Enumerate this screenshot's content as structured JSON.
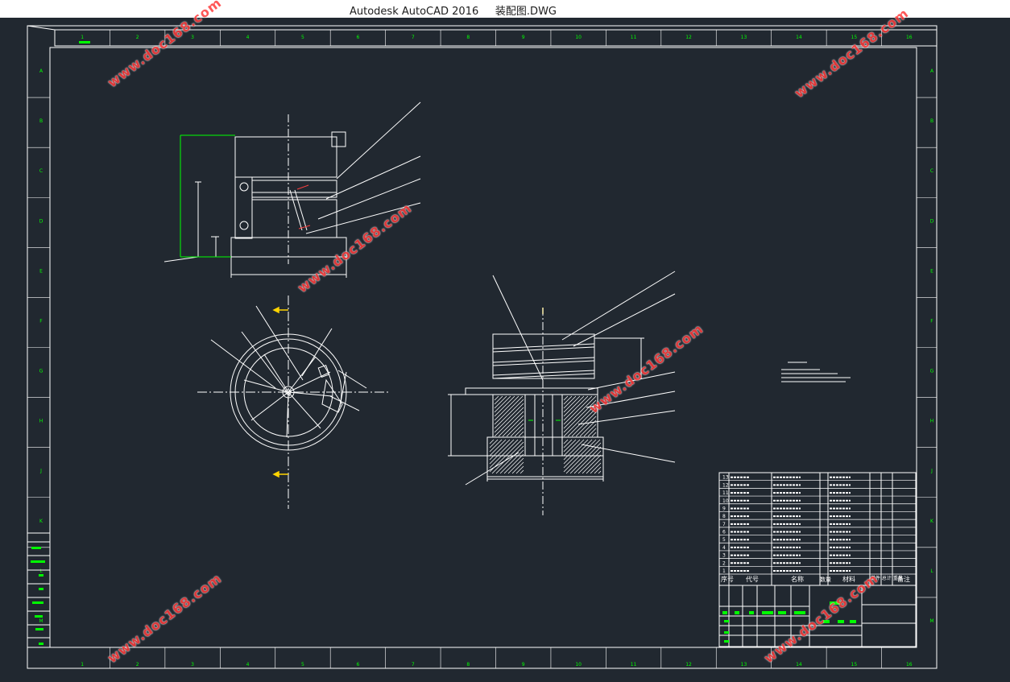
{
  "window": {
    "app_title": "Autodesk AutoCAD 2016",
    "file_name": "装配图.DWG"
  },
  "zones": {
    "columns": [
      "1",
      "2",
      "3",
      "4",
      "5",
      "6",
      "7",
      "8",
      "9",
      "10",
      "11",
      "12",
      "13",
      "14",
      "15",
      "16"
    ],
    "rows": [
      "A",
      "B",
      "C",
      "D",
      "E",
      "F",
      "G",
      "H",
      "J",
      "K",
      "L",
      "M"
    ]
  },
  "watermark": {
    "text": "www.doc168.com",
    "color": "#ff3b3b"
  },
  "parts_list": {
    "headers": [
      "序号",
      "代号",
      "名称",
      "数量",
      "材料",
      "单件 总计 重量",
      "备注"
    ],
    "row_numbers": [
      "13",
      "12",
      "11",
      "10",
      "9",
      "8",
      "7",
      "6",
      "5",
      "4",
      "3",
      "2",
      "1"
    ]
  },
  "colors": {
    "background": "#212830",
    "lines": "#ffffff",
    "dimension": "#00ff00",
    "center_mark": "#ffd400"
  }
}
